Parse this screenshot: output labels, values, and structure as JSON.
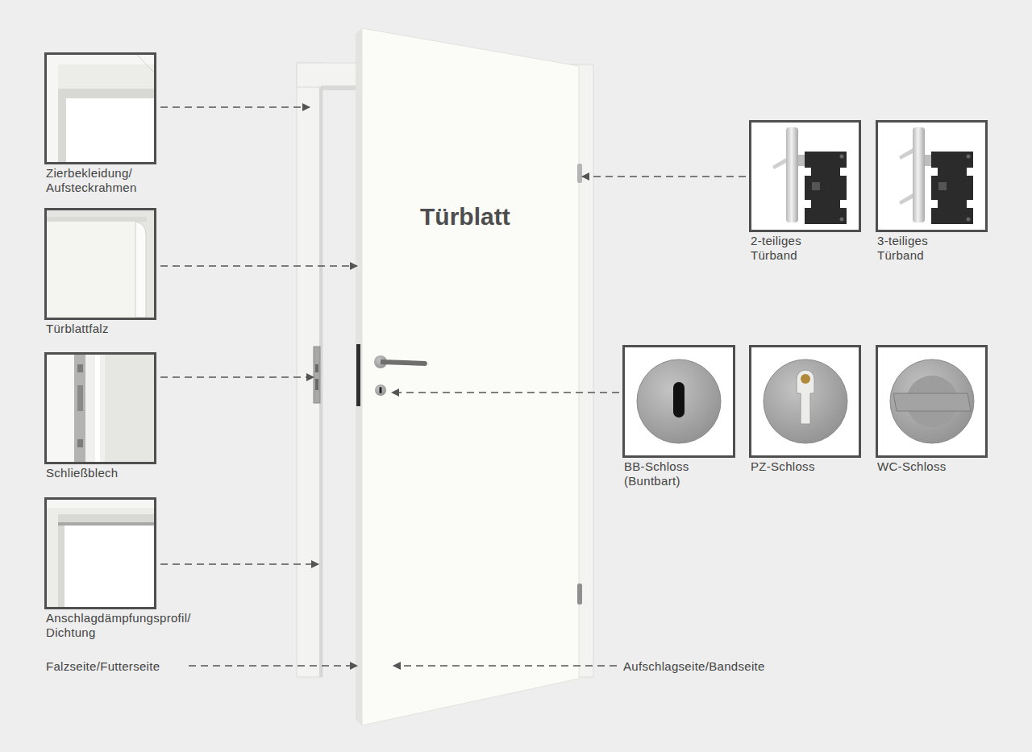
{
  "diagram": {
    "nodes": [
      {
        "text": [
          "Zierbekleidung/ Aufsteckrahmen"
        ]
      },
      {
        "text": [
          "Türblattfalz"
        ]
      },
      {
        "text": [
          "Schließblech"
        ]
      },
      {
        "text": [
          "Anschlagdämpfungsprofil/ Dichtung"
        ]
      },
      {
        "text": [
          "2-teiliges Türband"
        ]
      },
      {
        "text": [
          "3-teiliges Türband"
        ]
      },
      {
        "text": [
          "BB-Schloss (Buntbart)"
        ]
      },
      {
        "text": [
          "PZ-Schloss"
        ]
      },
      {
        "text": [
          "WC-Schloss"
        ]
      }
    ],
    "labels": [
      "Türblatt",
      "Falzseite/Futterseite",
      "Aufschlagseite/Bandseite"
    ]
  }
}
